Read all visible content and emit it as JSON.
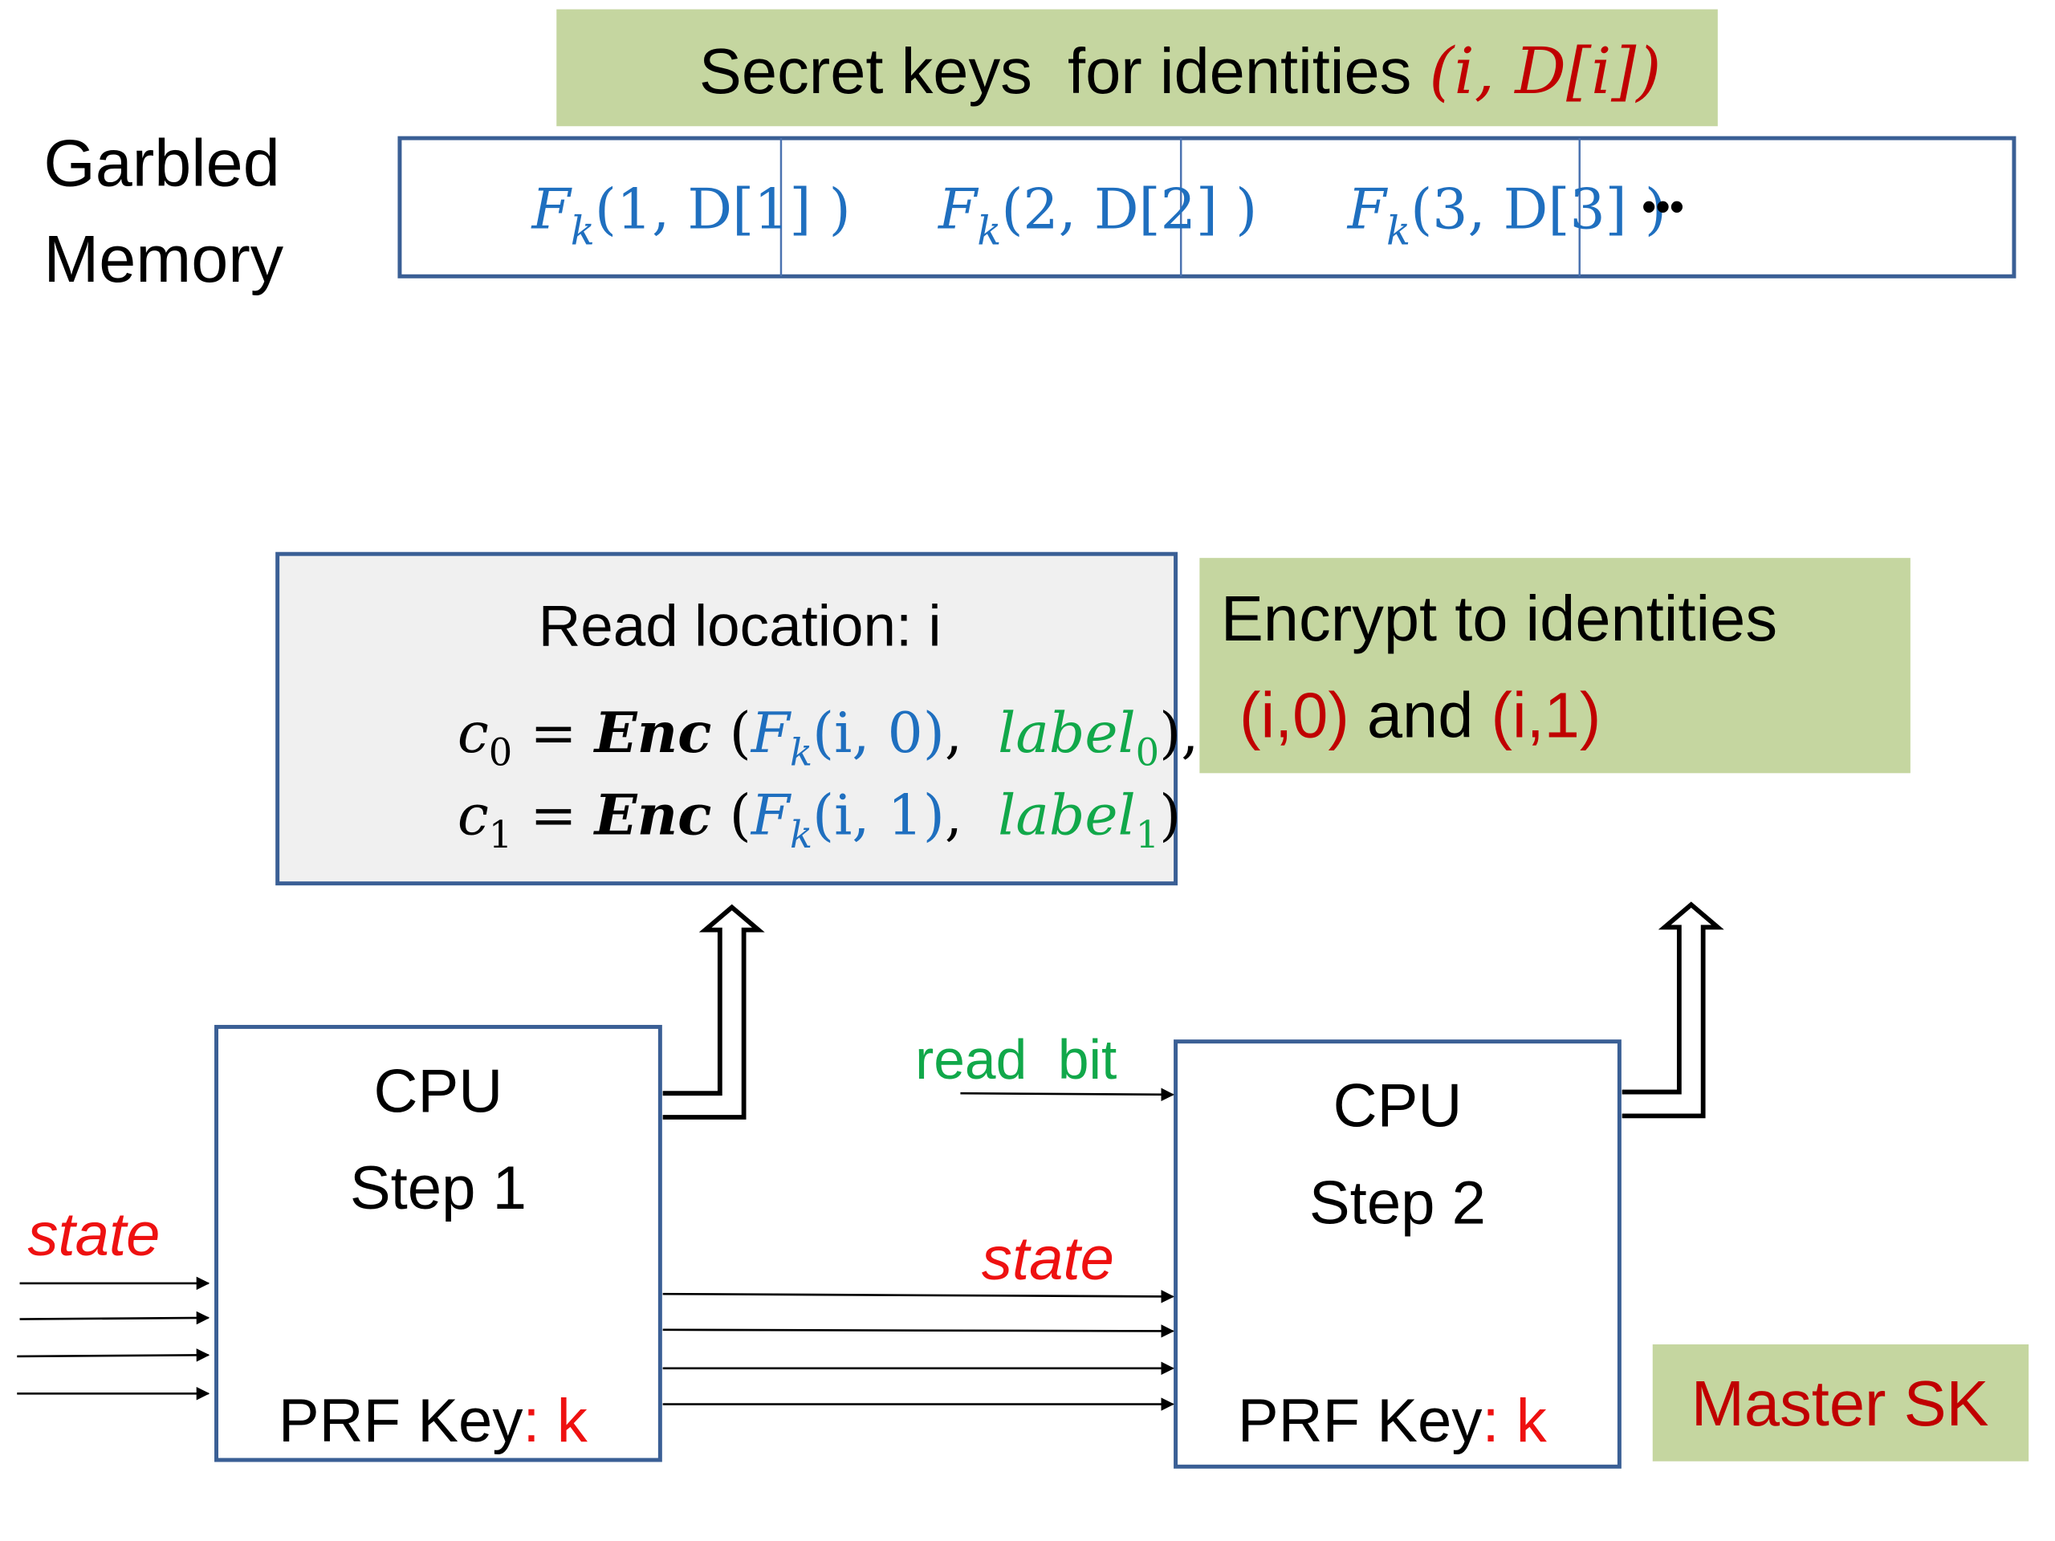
{
  "colors": {
    "blue": "#1f6fbf",
    "red": "#c00000",
    "bright_red": "#ee1111",
    "green": "#11a84a",
    "label_bg": "#c5d6a0",
    "box_border": "#3a5f95",
    "read_box_bg": "#f0f0f0"
  },
  "top_label": {
    "text": "Secret keys  for identities ",
    "math": "(i, D[i])"
  },
  "memory_title": {
    "line1": "Garbled",
    "line2": "Memory"
  },
  "memory_cells": [
    {
      "f": "F",
      "sub": "k",
      "args": "(1, D[1] )"
    },
    {
      "f": "F",
      "sub": "k",
      "args": "(2, D[2] )"
    },
    {
      "f": "F",
      "sub": "k",
      "args": "(3, D[3] )"
    },
    {
      "ellipsis": "•••"
    }
  ],
  "read_box": {
    "title": "Read location: i",
    "lines": [
      {
        "c": "c",
        "c_sub": "0",
        "eq": " = ",
        "enc": "Enc",
        "open": " (",
        "f": "F",
        "f_sub": "k",
        "f_args": "(i, 0)",
        "sep": ",  ",
        "label": "label",
        "label_sub": "0",
        "close": "),"
      },
      {
        "c": "c",
        "c_sub": "1",
        "eq": " = ",
        "enc": "Enc",
        "open": " (",
        "f": "F",
        "f_sub": "k",
        "f_args": "(i, 1)",
        "sep": ",  ",
        "label": "label",
        "label_sub": "1",
        "close": ")"
      }
    ]
  },
  "encrypt_label": {
    "line1": "Encrypt to identities",
    "id0": "(i,0)",
    "and": " and ",
    "id1": "(i,1)"
  },
  "cpu1": {
    "line1": "CPU",
    "line2": "Step 1",
    "key_label": "PRF Key",
    "key_colon": ": ",
    "key_value": "k"
  },
  "cpu2": {
    "line1": "CPU",
    "line2": "Step 2",
    "key_label": "PRF Key",
    "key_colon": ": ",
    "key_value": "k"
  },
  "state_left": "state",
  "state_mid": "state",
  "read_bit": "read  bit",
  "master_sk": "Master SK"
}
